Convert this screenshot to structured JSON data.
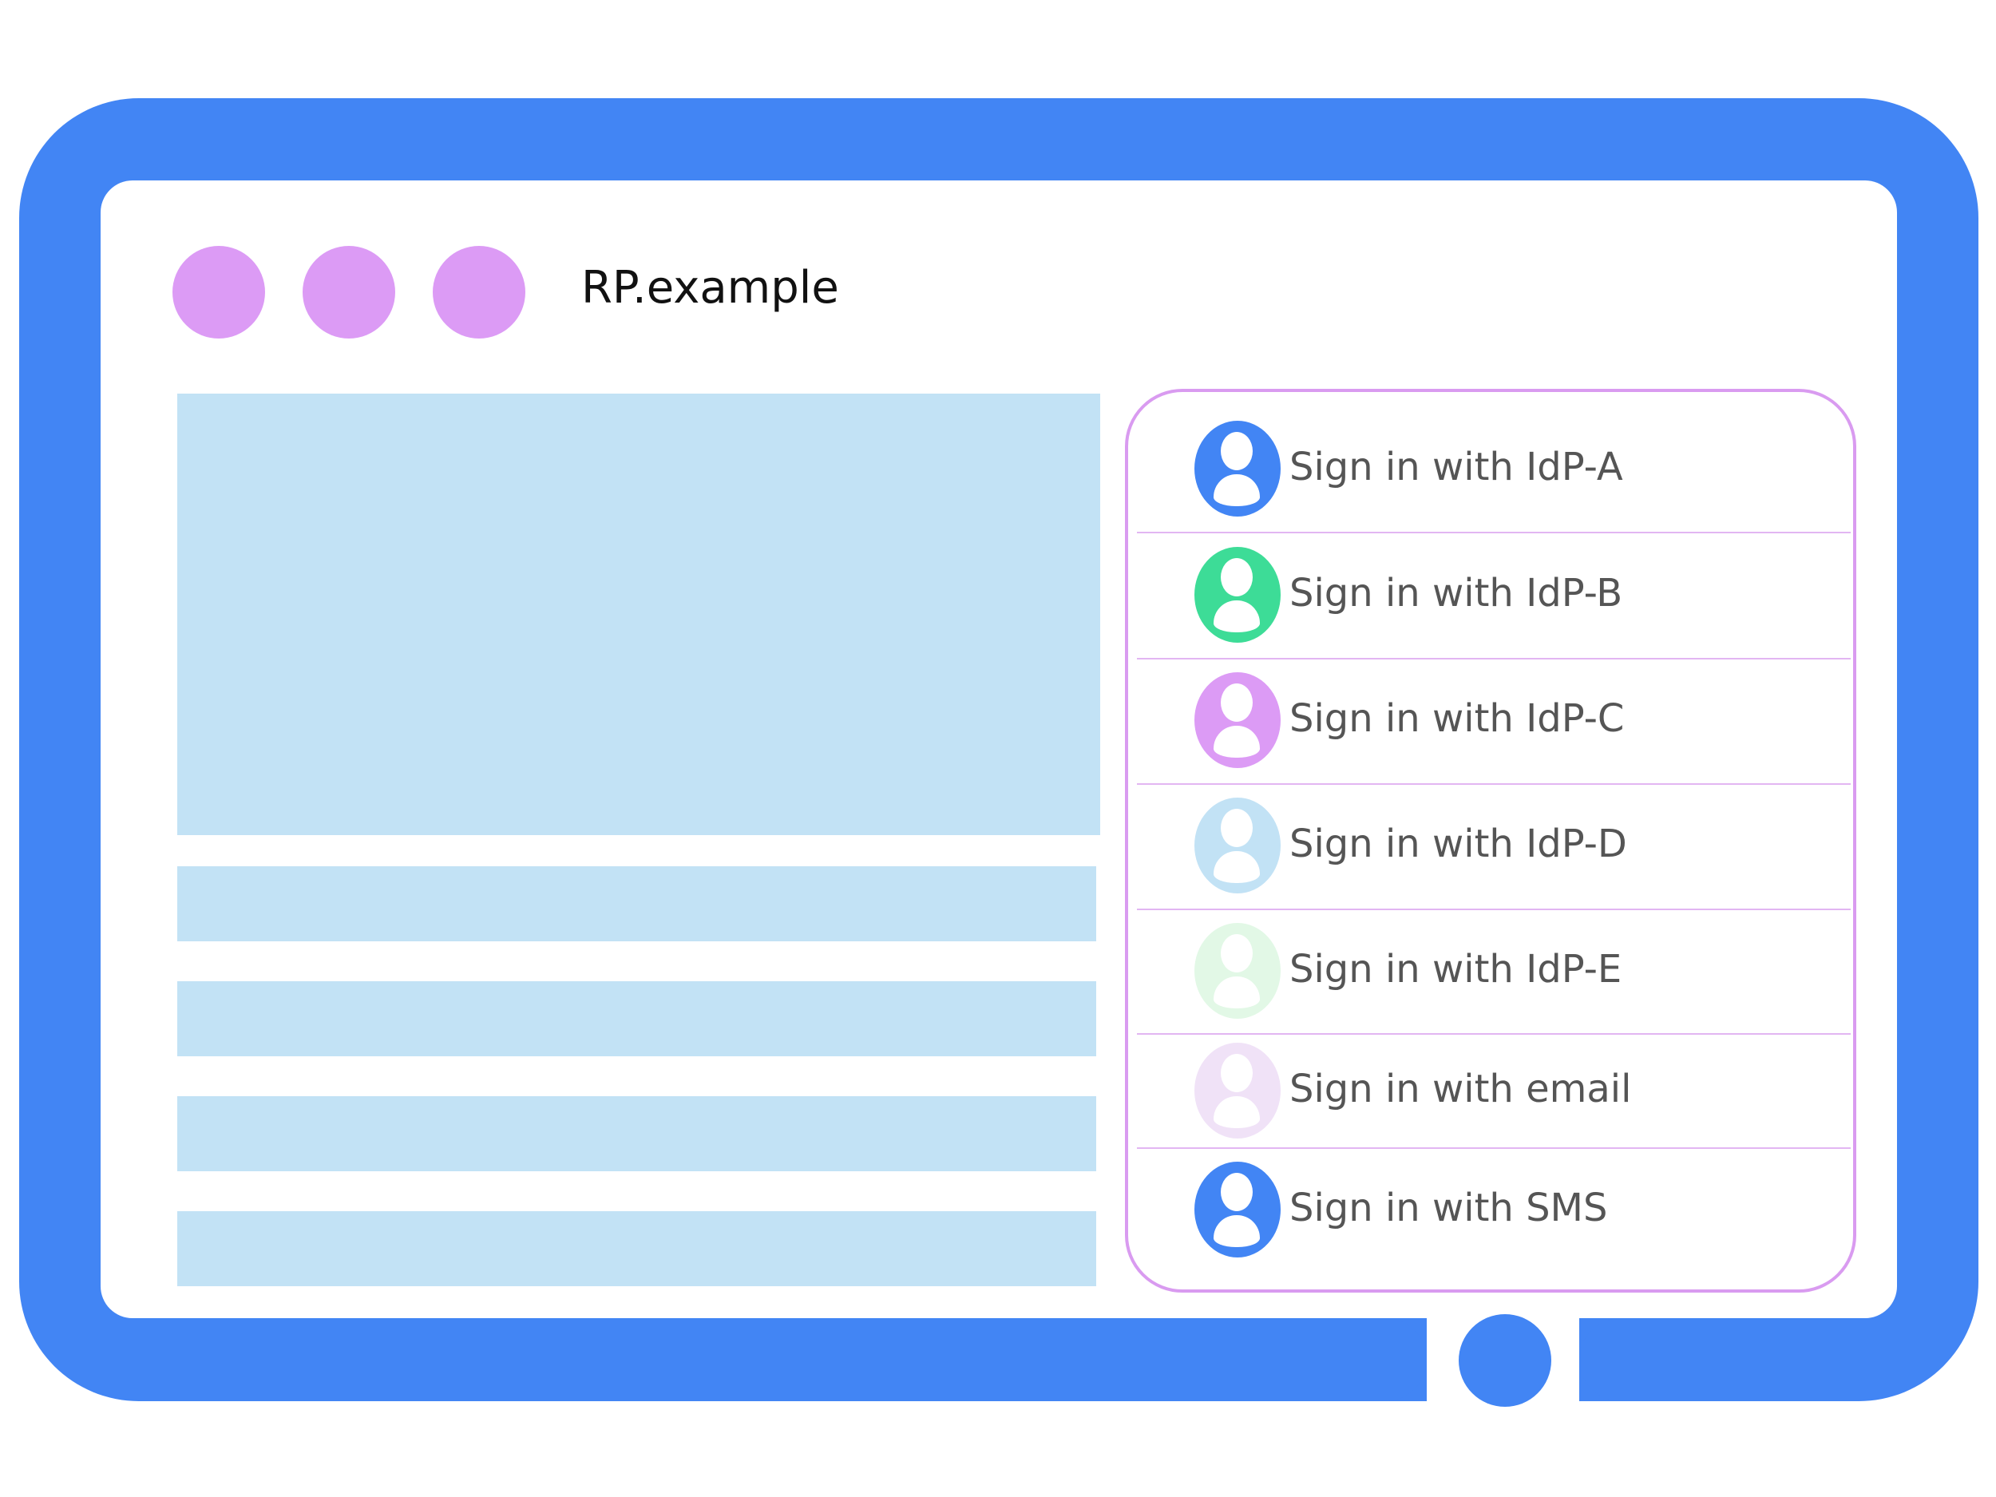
{
  "site": {
    "title": "RP.example"
  },
  "colors": {
    "frame": "#4285f4",
    "window_dot": "#dc9bf5",
    "content_block": "#c2e2f5",
    "panel_border": "#d99bf0"
  },
  "window_dots": [
    "window-dot",
    "window-dot",
    "window-dot"
  ],
  "sign_in_options": [
    {
      "label": "Sign in with IdP-A",
      "icon": "user-avatar-icon",
      "color": "#4285f4"
    },
    {
      "label": "Sign in with IdP-B",
      "icon": "user-avatar-icon",
      "color": "#3ddc97"
    },
    {
      "label": "Sign in with IdP-C",
      "icon": "user-avatar-icon",
      "color": "#dc9bf5"
    },
    {
      "label": "Sign in with IdP-D",
      "icon": "user-avatar-icon",
      "color": "#c2e2f5"
    },
    {
      "label": "Sign in with IdP-E",
      "icon": "user-avatar-icon",
      "color": "#e2f8e6"
    },
    {
      "label": "Sign in with email",
      "icon": "user-avatar-icon",
      "color": "#f0e2f7"
    },
    {
      "label": "Sign in with SMS",
      "icon": "user-avatar-icon",
      "color": "#4285f4"
    }
  ]
}
